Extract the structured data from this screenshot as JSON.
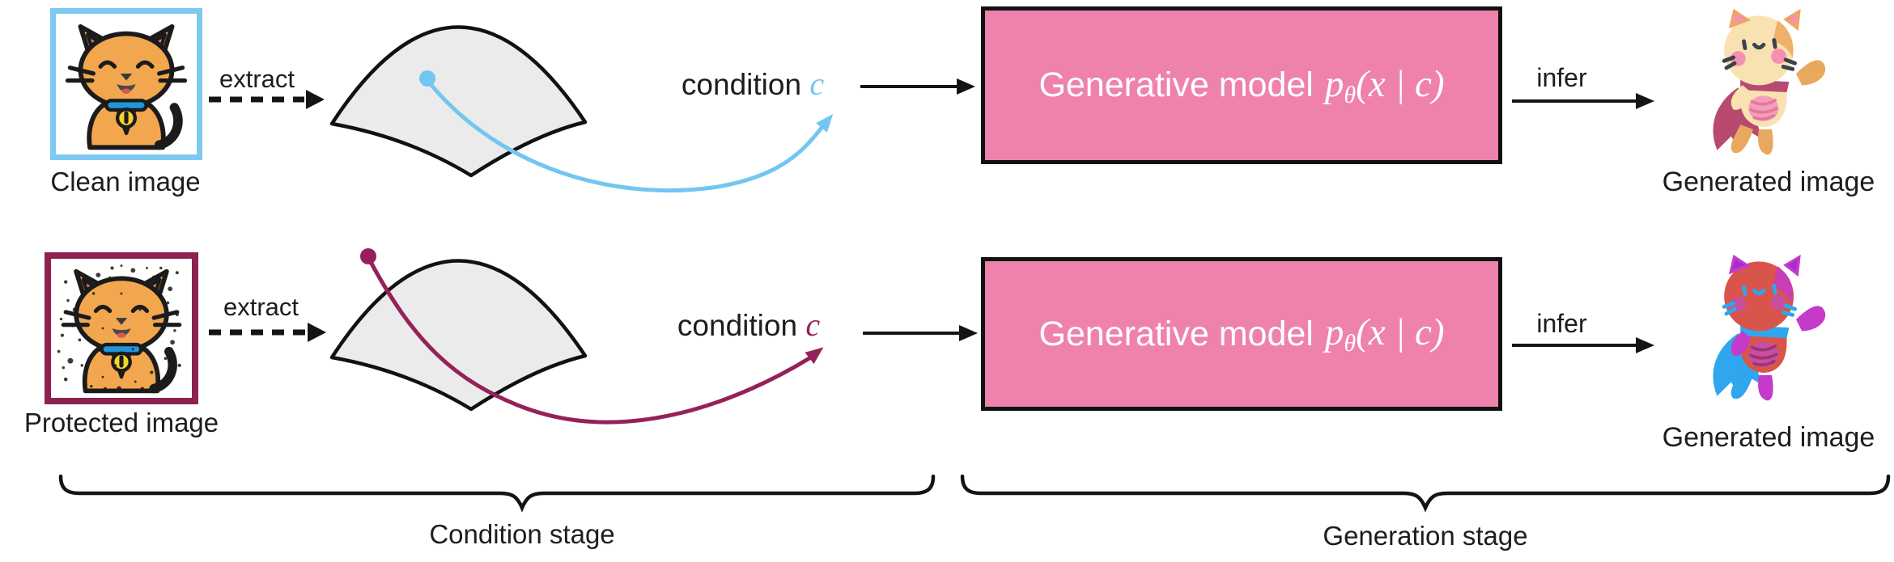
{
  "colors": {
    "clean_accent": "#72c6f1",
    "clean_border": "#7dc9f1",
    "protected_accent": "#96215a",
    "protected_border": "#8d2150",
    "box_fill": "#ee82ad",
    "manifold_fill": "#ebebeb",
    "ink": "#1d1d1d"
  },
  "rows": {
    "clean": {
      "input_label": "Clean image",
      "extract_label": "extract",
      "condition_label": "condition",
      "condition_symbol": "c",
      "infer_label": "infer",
      "output_label": "Generated image"
    },
    "protected": {
      "input_label": "Protected image",
      "extract_label": "extract",
      "condition_label": "condition",
      "condition_symbol": "c",
      "infer_label": "infer",
      "output_label": "Generated image"
    }
  },
  "model": {
    "label": "Generative model",
    "p": "p",
    "theta": "θ",
    "tail": "(x | c)"
  },
  "stages": {
    "condition": "Condition stage",
    "generation": "Generation stage"
  }
}
